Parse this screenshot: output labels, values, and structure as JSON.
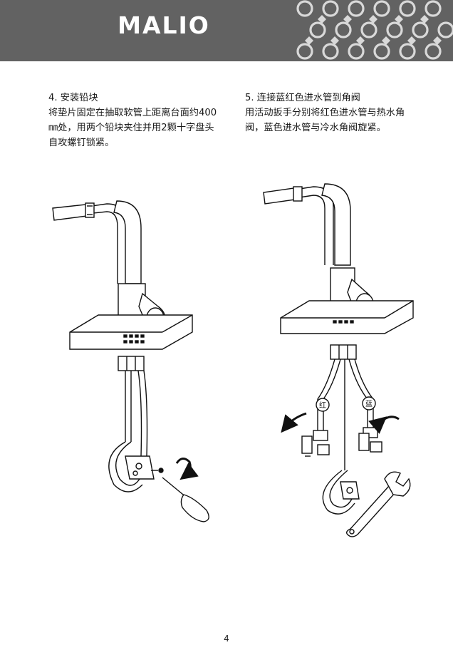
{
  "header": {
    "brand": "MALIO"
  },
  "steps": [
    {
      "title": "4. 安装铅块",
      "body": "将垫片固定在抽取软管上距离台面约400㎜处，用两个铅块夹住并用2颗十字盘头自攻螺钉锁紧。"
    },
    {
      "title": "5. 连接蓝红色进水管到角阀",
      "body": "用活动扳手分别将红色进水管与热水角阀，蓝色进水管与冷水角阀旋紧。"
    }
  ],
  "labels": {
    "red": "红",
    "blue": "蓝"
  },
  "page": {
    "number": "4"
  }
}
